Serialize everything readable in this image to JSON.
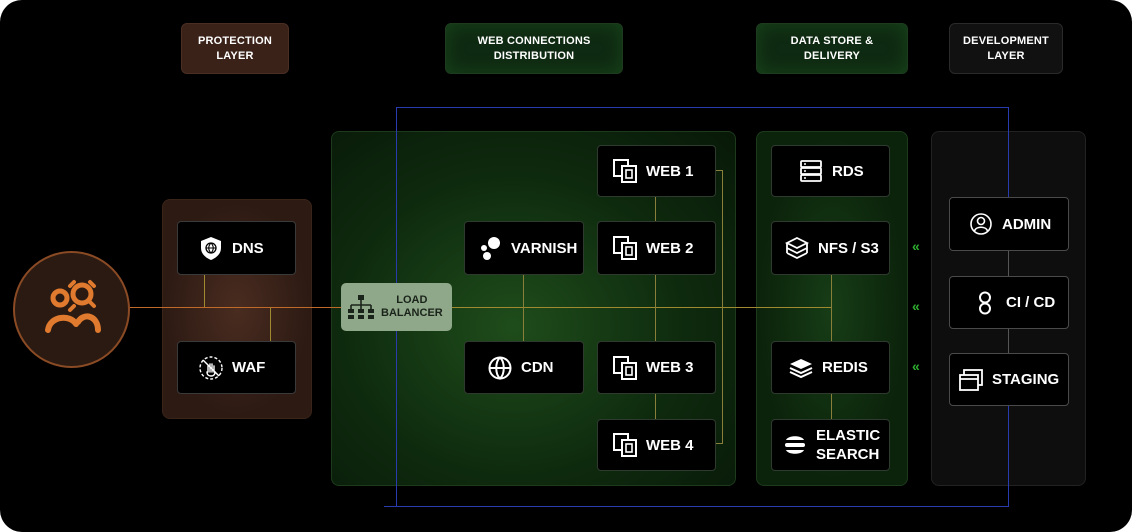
{
  "headers": {
    "protection": "PROTECTION\nLAYER",
    "web": "WEB CONNECTIONS\nDISTRIBUTION",
    "data": "DATA STORE &\nDELIVERY",
    "dev": "DEVELOPMENT\nLAYER"
  },
  "protection": {
    "dns": "DNS",
    "waf": "WAF"
  },
  "load_balancer": "LOAD\nBALANCER",
  "web": {
    "varnish": "VARNISH",
    "cdn": "CDN",
    "web1": "WEB 1",
    "web2": "WEB 2",
    "web3": "WEB 3",
    "web4": "WEB 4"
  },
  "data": {
    "rds": "RDS",
    "nfs": "NFS / S3",
    "redis": "REDIS",
    "elastic": "ELASTIC\nSEARCH"
  },
  "dev": {
    "admin": "ADMIN",
    "cicd": "CI / CD",
    "staging": "STAGING"
  },
  "chevron": "«",
  "colors": {
    "accent_orange": "#e07a2e",
    "accent_green": "#2fb02f",
    "blue_outline": "#2a3bb0"
  },
  "icons": {
    "user": "user-group-icon",
    "dns": "shield-globe-icon",
    "waf": "hand-stop-icon",
    "load_balancer": "hierarchy-icon",
    "varnish": "bubbles-icon",
    "cdn": "globe-icon",
    "web": "stacked-squares-icon",
    "rds": "database-server-icon",
    "nfs": "layers-cube-icon",
    "redis": "stack-layers-icon",
    "elastic": "elastic-icon",
    "admin": "user-circle-icon",
    "cicd": "infinity-link-icon",
    "staging": "windows-icon"
  }
}
